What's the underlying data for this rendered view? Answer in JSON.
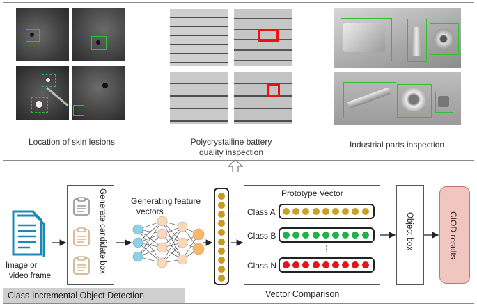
{
  "top_panel": {
    "captions": {
      "skin": "Location of skin lesions",
      "battery_line1": "Polycrystalline battery",
      "battery_line2": "quality inspection",
      "industrial": "Industrial parts inspection"
    }
  },
  "bottom_panel": {
    "input_label_line1": "Image or",
    "input_label_line2": "video frame",
    "candidate_box_label": "Generate candidate box",
    "feature_label_line1": "Generating feature",
    "feature_label_line2": "vectors",
    "prototype_title": "Prototype Vector",
    "classes": [
      {
        "name": "Class A",
        "color": "#c8a02a"
      },
      {
        "name": "Class B",
        "color": "#22b04a"
      },
      {
        "name": "Class N",
        "color": "#e2141c"
      }
    ],
    "ellipsis": "⋮",
    "object_box_label": "Object box",
    "result_label": "CIOD  results",
    "footer_left": "Class-incremental Object Detection",
    "footer_right": "Vector Comparison"
  },
  "colors": {
    "detection_box_green": "#2fbf2f",
    "detection_box_red": "#ee1111",
    "feature_dot": "#c89a20",
    "result_fill": "#f2c6c0",
    "input_icon": "#1a88b8",
    "node_blue": "#8fd0e6",
    "node_peach": "#f8d9b8",
    "node_orange": "#f7b968"
  }
}
